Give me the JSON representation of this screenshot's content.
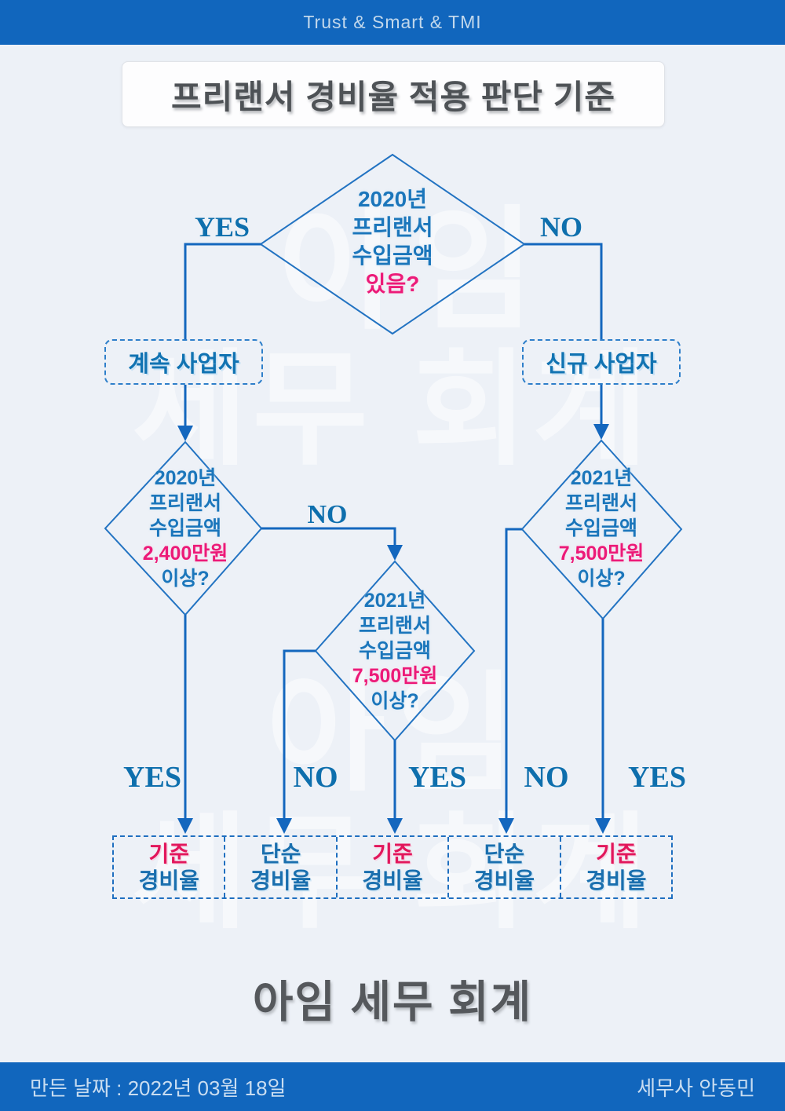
{
  "header": {
    "brand": "Trust & Smart & TMI"
  },
  "title": {
    "text": "프리랜서 경비율 적용 판단 기준"
  },
  "watermark": {
    "line1": "아임",
    "line2": "세무 회계"
  },
  "labels": {
    "yes": "YES",
    "no": "NO"
  },
  "diamonds": {
    "top": {
      "line1": "2020년",
      "line2": "프리랜서",
      "line3": "수입금액",
      "highlight": "있음?"
    },
    "left": {
      "line1": "2020년",
      "line2": "프리랜서",
      "line3": "수입금액",
      "highlight": "2,400만원",
      "line4": "이상?"
    },
    "middle": {
      "line1": "2021년",
      "line2": "프리랜서",
      "line3": "수입금액",
      "highlight": "7,500만원",
      "line4": "이상?"
    },
    "right": {
      "line1": "2021년",
      "line2": "프리랜서",
      "line3": "수입금액",
      "highlight": "7,500만원",
      "line4": "이상?"
    }
  },
  "nodes": {
    "continuing": "계속 사업자",
    "new": "신규 사업자"
  },
  "results": [
    {
      "top": "기준",
      "bottom": "경비율"
    },
    {
      "top": "단순",
      "bottom": "경비율"
    },
    {
      "top": "기준",
      "bottom": "경비율"
    },
    {
      "top": "단순",
      "bottom": "경비율"
    },
    {
      "top": "기준",
      "bottom": "경비율"
    }
  ],
  "brand_footer": {
    "name": "아임 세무 회계"
  },
  "footer": {
    "date": "만든 날짜 : 2022년 03월 18일",
    "author": "세무사  안동민"
  },
  "colors": {
    "bar_blue": "#1166bd",
    "line_blue": "#1467be",
    "diamond_stroke": "#2273c2",
    "text_blue": "#1b76bb",
    "label_blue": "#0e6fad",
    "pink": "#ec1a78",
    "crimson": "#e2175c",
    "title_gray": "#4e5256",
    "background": "#edf1f7"
  }
}
